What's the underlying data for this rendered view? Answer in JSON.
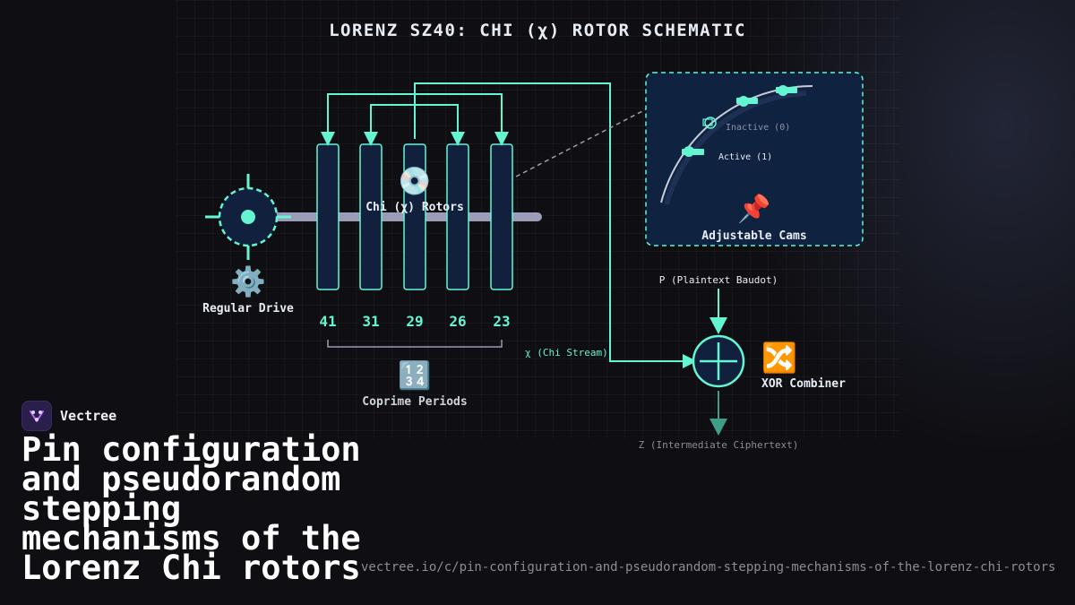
{
  "title": "LORENZ SZ40: CHI (χ) ROTOR SCHEMATIC",
  "drive": {
    "label": "Regular Drive",
    "icon": "⚙️"
  },
  "rotors": {
    "label": "Chi (χ) Rotors",
    "icon": "💿",
    "periods": [
      "41",
      "31",
      "29",
      "26",
      "23"
    ]
  },
  "coprime": {
    "label": "Coprime Periods",
    "icon": "🔢"
  },
  "cams": {
    "title": "Adjustable Cams",
    "icon": "📌",
    "inactive_label": "Inactive (0)",
    "active_label": "Active (1)"
  },
  "xor": {
    "label": "XOR Combiner",
    "icon": "🔀",
    "plaintext_label": "P (Plaintext Baudot)",
    "chi_stream_label": "χ (Chi Stream)",
    "output_label": "Z (Intermediate Ciphertext)"
  },
  "brand": {
    "name": "Vectree"
  },
  "headline": "Pin configuration and pseudorandom stepping mechanisms of the Lorenz Chi rotors",
  "url": "vectree.io/c/pin-configuration-and-pseudorandom-stepping-mechanisms-of-the-lorenz-chi-rotors",
  "colors": {
    "accent": "#64f5d2",
    "rotor_fill": "#11213d",
    "panel_fill": "#0f2240",
    "shaft": "#9a9cb8",
    "background": "#0f0f13"
  }
}
